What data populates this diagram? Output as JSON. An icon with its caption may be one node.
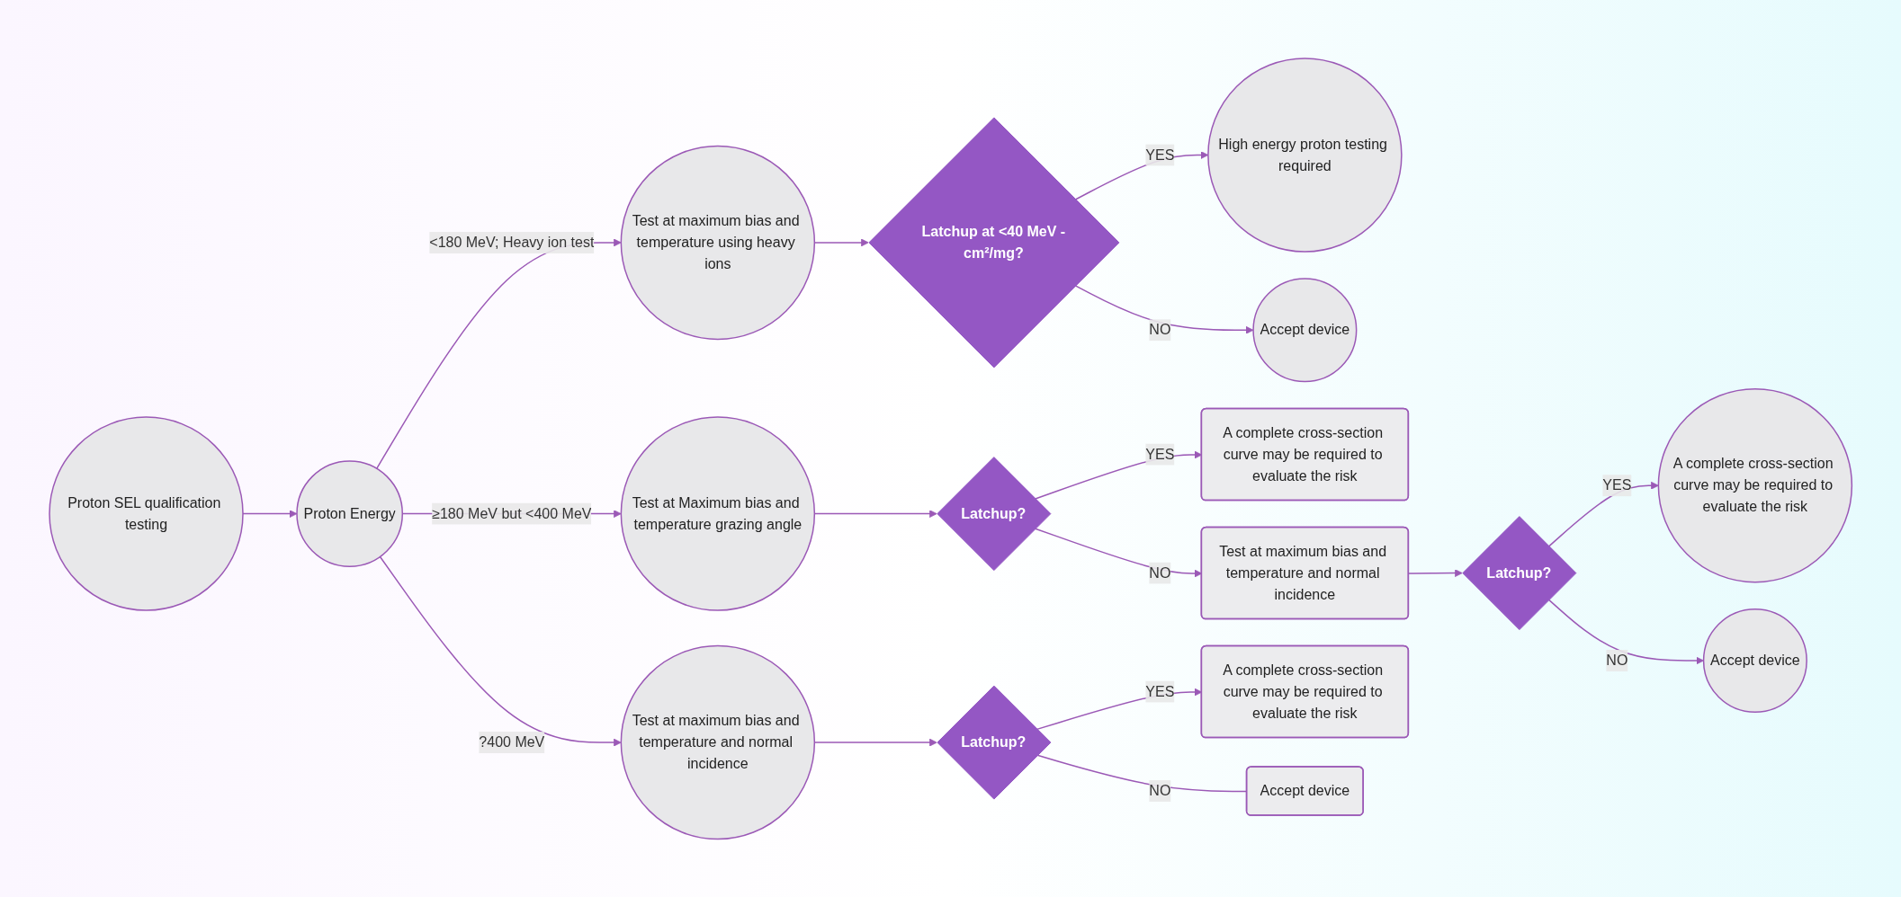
{
  "diagram": {
    "nodes": [
      {
        "text": [
          "Proton SEL qualification testing"
        ]
      },
      {
        "text": [
          "Proton Energy"
        ]
      },
      {
        "text": [
          "Test at maximum bias and temperature using heavy ions"
        ]
      },
      {
        "text": [
          "Latchup at <40 MeV -cm²/mg?"
        ]
      },
      {
        "text": [
          "High energy proton testing required"
        ]
      },
      {
        "text": [
          "Accept device"
        ]
      },
      {
        "text": [
          "Test at Maximum bias and temperature grazing angle"
        ]
      },
      {
        "text": [
          "Latchup?"
        ]
      },
      {
        "text": [
          "A complete cross-section curve may be required to evaluate the risk"
        ]
      },
      {
        "text": [
          "Test at maximum bias and temperature and normal incidence"
        ]
      },
      {
        "text": [
          "Latchup?"
        ]
      },
      {
        "text": [
          "A complete cross-section curve may be required to evaluate the risk"
        ]
      },
      {
        "text": [
          "Accept device"
        ]
      },
      {
        "text": [
          "Test at maximum bias and temperature and normal incidence"
        ]
      },
      {
        "text": [
          "Latchup?"
        ]
      },
      {
        "text": [
          "A complete cross-section curve may be required to evaluate the risk"
        ]
      },
      {
        "text": [
          "Accept device"
        ]
      }
    ],
    "edges": [
      {
        "from": 0,
        "to": 1,
        "arrow": "to"
      },
      {
        "from": 1,
        "to": 2,
        "arrow": "to",
        "label": "<180 MeV; Heavy ion test"
      },
      {
        "from": 1,
        "to": 6,
        "arrow": "to",
        "label": "≥180 MeV but <400 MeV"
      },
      {
        "from": 1,
        "to": 13,
        "arrow": "to",
        "label": "?400 MeV"
      },
      {
        "from": 2,
        "to": 3,
        "arrow": "to"
      },
      {
        "from": 3,
        "to": 4,
        "arrow": "to",
        "label": "YES"
      },
      {
        "from": 3,
        "to": 5,
        "arrow": "to",
        "label": "NO"
      },
      {
        "from": 6,
        "to": 7,
        "arrow": "to"
      },
      {
        "from": 7,
        "to": 8,
        "arrow": "to",
        "label": "YES"
      },
      {
        "from": 7,
        "to": 9,
        "arrow": "to",
        "label": "NO"
      },
      {
        "from": 9,
        "to": 10,
        "arrow": "to"
      },
      {
        "from": 10,
        "to": 11,
        "arrow": "to",
        "label": "YES"
      },
      {
        "from": 10,
        "to": 12,
        "arrow": "to",
        "label": "NO"
      },
      {
        "from": 13,
        "to": 14,
        "arrow": "to"
      },
      {
        "from": 14,
        "to": 15,
        "arrow": "to",
        "label": "YES"
      },
      {
        "from": 14,
        "to": 16,
        "arrow": "none",
        "label": "NO"
      }
    ]
  }
}
